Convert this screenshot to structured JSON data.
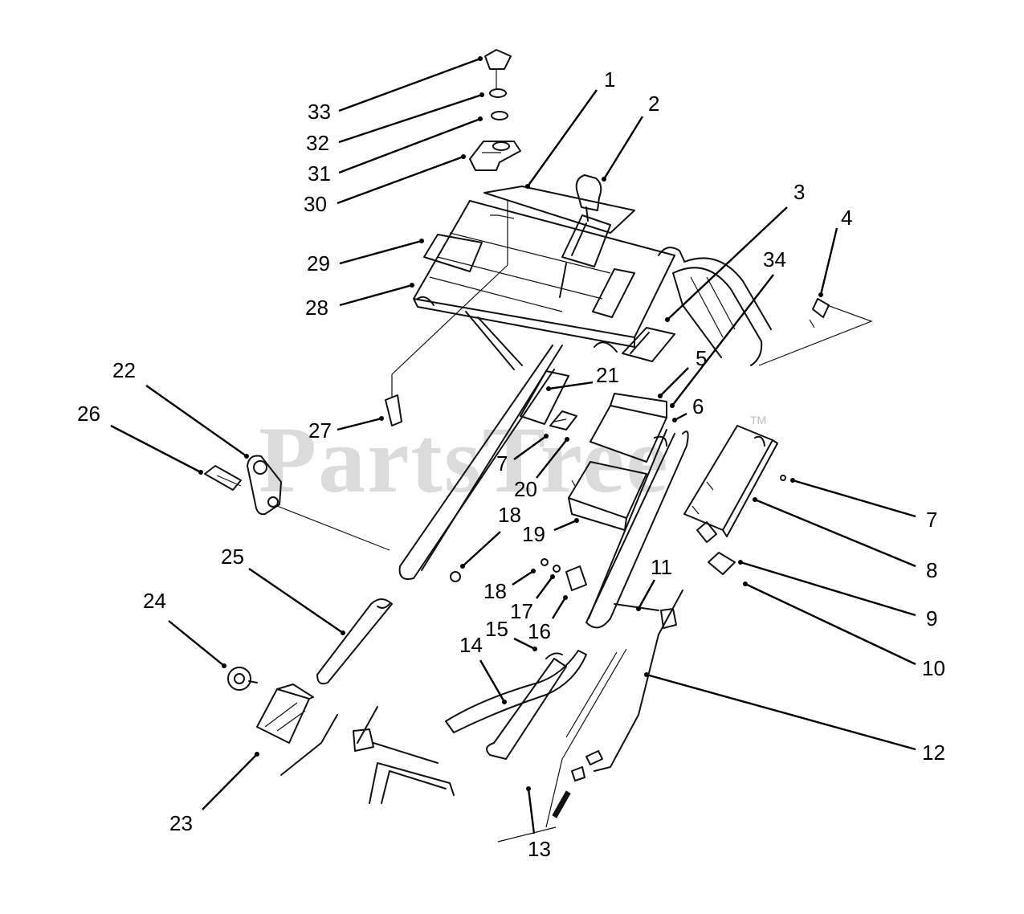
{
  "watermark": {
    "text": "PartsTree",
    "trademark": "TM"
  },
  "callouts": [
    {
      "label": "1"
    },
    {
      "label": "2"
    },
    {
      "label": "3"
    },
    {
      "label": "4"
    },
    {
      "label": "34"
    },
    {
      "label": "5"
    },
    {
      "label": "6"
    },
    {
      "label": "21"
    },
    {
      "label": "7"
    },
    {
      "label": "20"
    },
    {
      "label": "7"
    },
    {
      "label": "8"
    },
    {
      "label": "9"
    },
    {
      "label": "10"
    },
    {
      "label": "11"
    },
    {
      "label": "12"
    },
    {
      "label": "13"
    },
    {
      "label": "14"
    },
    {
      "label": "15"
    },
    {
      "label": "16"
    },
    {
      "label": "17"
    },
    {
      "label": "18"
    },
    {
      "label": "18"
    },
    {
      "label": "19"
    },
    {
      "label": "22"
    },
    {
      "label": "26"
    },
    {
      "label": "27"
    },
    {
      "label": "25"
    },
    {
      "label": "24"
    },
    {
      "label": "23"
    },
    {
      "label": "28"
    },
    {
      "label": "29"
    },
    {
      "label": "30"
    },
    {
      "label": "31"
    },
    {
      "label": "32"
    },
    {
      "label": "33"
    }
  ]
}
